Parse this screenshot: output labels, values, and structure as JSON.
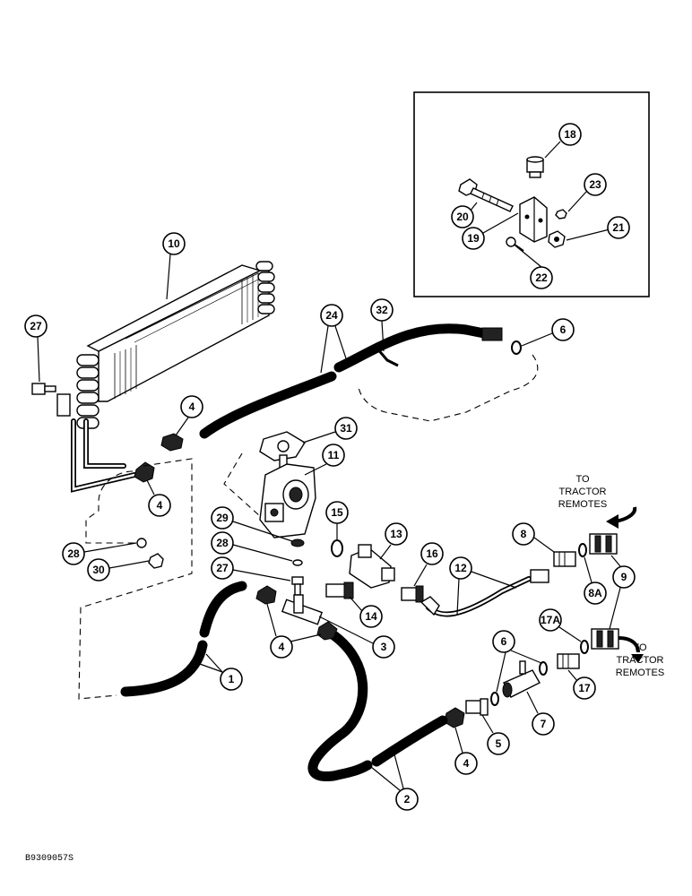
{
  "figure_id": "B9309057S",
  "notes": {
    "tractor_remotes_top": [
      "TO",
      "TRACTOR",
      "REMOTES"
    ],
    "tractor_remotes_bottom": [
      "TO",
      "TRACTOR",
      "REMOTES"
    ]
  },
  "callouts": [
    "1",
    "2",
    "3",
    "4",
    "5",
    "6",
    "7",
    "8",
    "8A",
    "9",
    "10",
    "11",
    "12",
    "13",
    "14",
    "15",
    "16",
    "17",
    "17A",
    "18",
    "19",
    "20",
    "21",
    "22",
    "23",
    "24",
    "27",
    "28",
    "29",
    "30",
    "31",
    "32"
  ]
}
